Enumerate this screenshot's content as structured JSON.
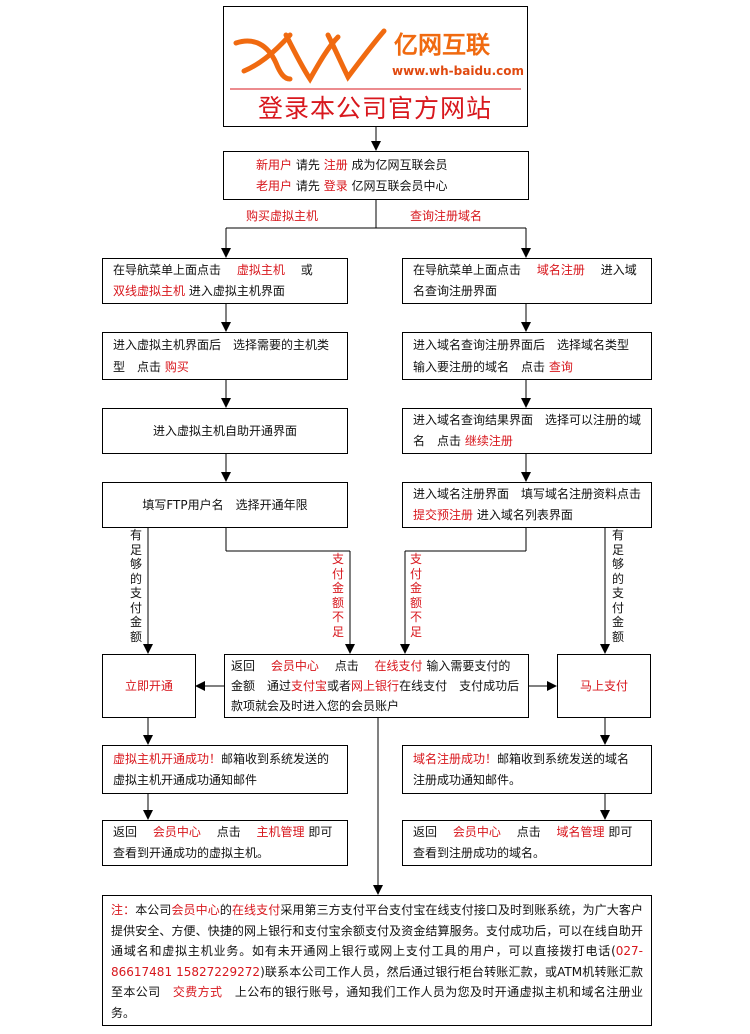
{
  "logo": {
    "brand": "亿网互联",
    "url": "www.wh-baidu.com",
    "headline": "登录本公司官方网站",
    "accent": "#f06a10",
    "headline_color": "#d8171d"
  },
  "registration": {
    "line1": {
      "a": "新用户",
      "b": "请先",
      "c": "注册",
      "d": "成为亿网互联会员"
    },
    "line2": {
      "a": "老用户",
      "b": "请先",
      "c": "登录",
      "d": "亿网互联会员中心"
    }
  },
  "branch_labels": {
    "left": "购买虚拟主机",
    "right": "查询注册域名"
  },
  "left_flow": {
    "step1": {
      "a": "在导航菜单上面点击",
      "b": "虚拟主机",
      "c": "或",
      "d": "双线虚拟主机",
      "e": "进入虚拟主机界面"
    },
    "step2": {
      "a": "进入虚拟主机界面后　选择需要的主机类型　点击",
      "b": "购买"
    },
    "step3": "进入虚拟主机自助开通界面",
    "step4": "填写FTP用户名　选择开通年限",
    "enough_label": "有足够的支付金额",
    "insufficient_label": "支付金额不足",
    "open_now": "立即开通",
    "success": {
      "a": "虚拟主机开通成功！",
      "b": "邮箱收到系统发送的虚拟主机开通成功通知邮件"
    },
    "final": {
      "a": "返回",
      "b": "会员中心",
      "c": "点击",
      "d": "主机管理",
      "e": "即可查看到开通成功的虚拟主机。"
    }
  },
  "right_flow": {
    "step1": {
      "a": "在导航菜单上面点击",
      "b": "域名注册",
      "c": "进入域名查询注册界面"
    },
    "step2": {
      "a": "进入域名查询注册界面后　选择域名类型　输入要注册的域名　点击",
      "b": "查询"
    },
    "step3": {
      "a": "进入域名查询结果界面　选择可以注册的域名　点击",
      "b": "继续注册"
    },
    "step4": {
      "a": "进入域名注册界面　填写域名注册资料点击",
      "b": "提交预注册",
      "c": "进入域名列表界面"
    },
    "enough_label": "有足够的支付金额",
    "insufficient_label": "支付金额不足",
    "pay_now": "马上支付",
    "success": {
      "a": "域名注册成功！",
      "b": "邮箱收到系统发送的域名注册成功通知邮件。"
    },
    "final": {
      "a": "返回",
      "b": "会员中心",
      "c": "点击",
      "d": "域名管理",
      "e": "即可查看到注册成功的域名。"
    }
  },
  "payment": {
    "a": "返回",
    "b": "会员中心",
    "c": "点击",
    "d": "在线支付",
    "e": "输入需要支付的金额　通过",
    "f": "支付宝",
    "g": "或者",
    "h": "网上银行",
    "i": "在线支付　支付成功后款项就会及时进入您的会员账户"
  },
  "note": {
    "label": "注：",
    "a": "本公司",
    "b": "会员中心",
    "c": "的",
    "d": "在线支付",
    "e": "采用第三方支付平台支付宝在线支付接口及时到账系统，为广大客户提供安全、方便、快捷的网上银行和支付宝余额支付及资金结算服务。支付成功后，可以在线自助开通域名和虚拟主机业务。如有未开通网上银行或网上支付工具的用户，可以直接拨打电话(",
    "phone": "027-86617481 15827229272",
    "f": ")联系本公司工作人员，然后通过银行柜台转账汇款，或ATM机转账汇款至本公司",
    "g": "交费方式",
    "h": "上公布的银行账号，通知我们工作人员为您及时开通虚拟主机和域名注册业务。"
  }
}
